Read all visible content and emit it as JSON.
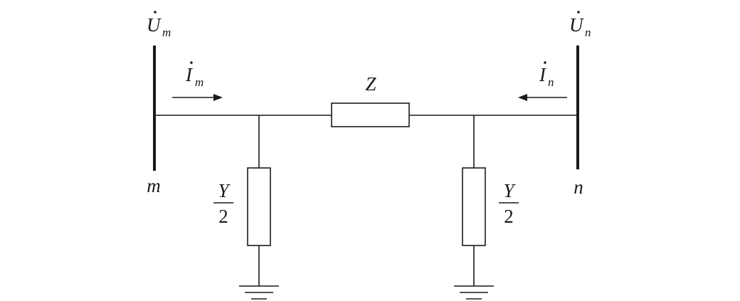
{
  "bus_m": {
    "voltage_symbol": "U",
    "voltage_subscript": "m",
    "name": "m"
  },
  "bus_n": {
    "voltage_symbol": "U",
    "voltage_subscript": "n",
    "name": "n"
  },
  "current_m": {
    "symbol": "I",
    "subscript": "m",
    "direction": "right"
  },
  "current_n": {
    "symbol": "I",
    "subscript": "n",
    "direction": "left"
  },
  "series_impedance": {
    "label": "Z"
  },
  "shunt_left": {
    "numerator": "Y",
    "denominator": "2"
  },
  "shunt_right": {
    "numerator": "Y",
    "denominator": "2"
  },
  "colors": {
    "line": "#1a1a1a",
    "background": "#ffffff"
  }
}
